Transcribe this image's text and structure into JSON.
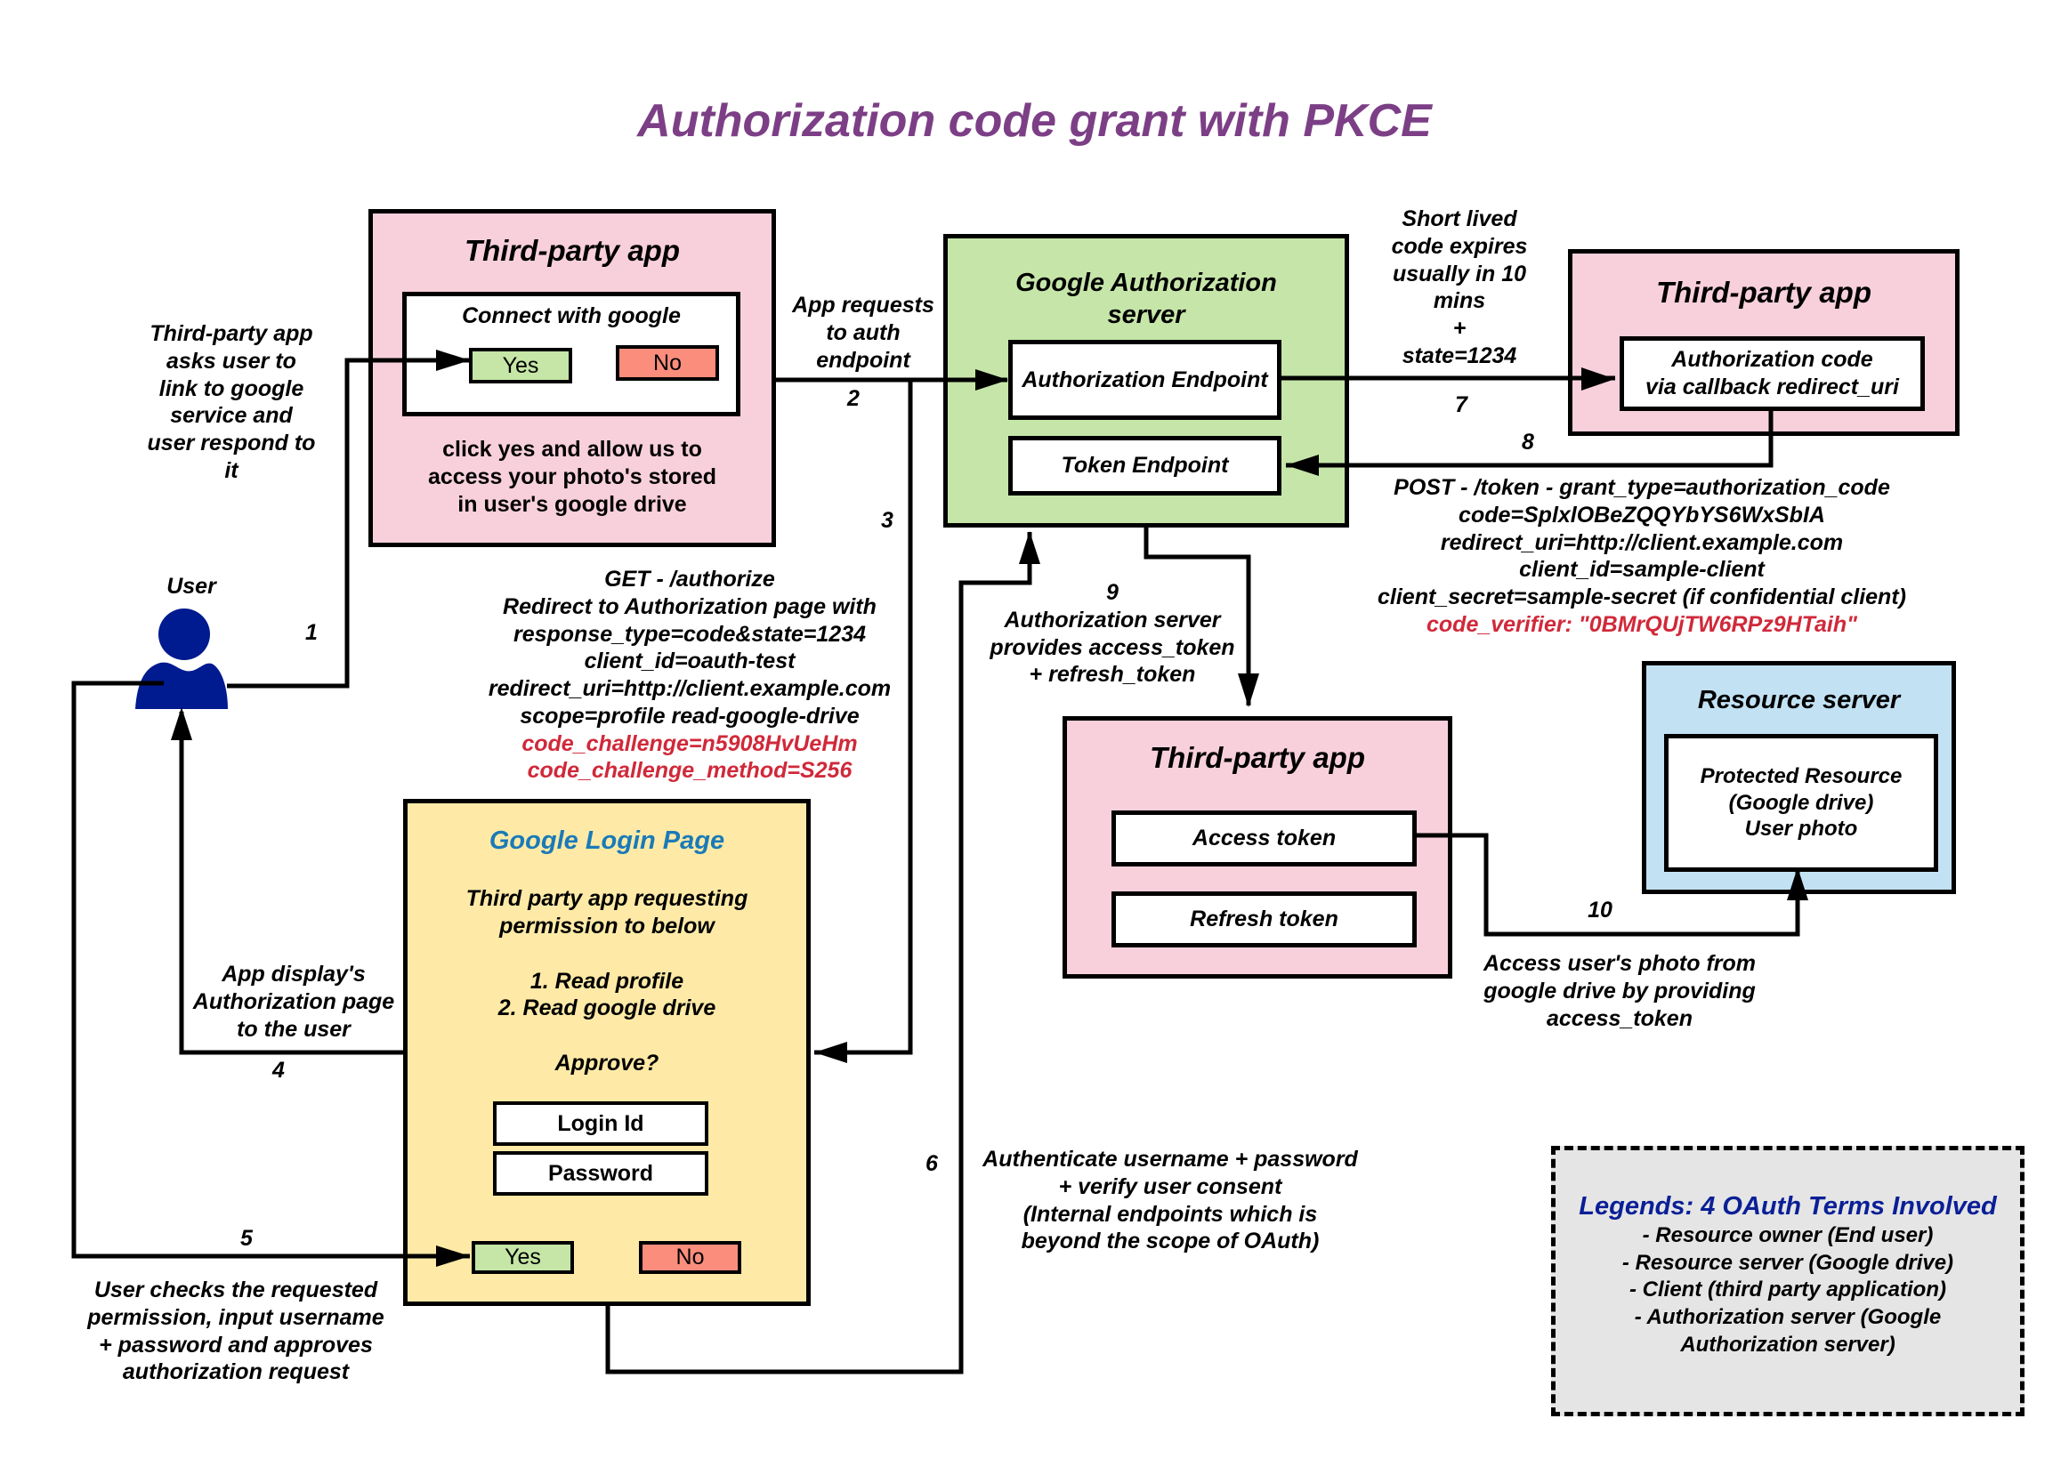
{
  "title": "Authorization code grant with PKCE",
  "colors": {
    "title": "#7c3f86",
    "third_party_app_fill": "#f8d0dc",
    "auth_server_fill": "#c6e6a9",
    "login_page_fill": "#feeaa6",
    "resource_server_fill": "#c2e2f4",
    "legend_fill": "#e5e5e5",
    "yes_button": "#c5e6a6",
    "no_button": "#fb8d7d",
    "pkce_highlight": "#d0293a",
    "user_icon": "#001a8f",
    "login_title": "#1a7ab8",
    "legend_title": "#0a1f96"
  },
  "user": {
    "label": "User",
    "icon": "user-icon"
  },
  "third_party_app_1": {
    "title": "Third-party app",
    "connect_panel": {
      "label": "Connect with google",
      "yes_label": "Yes",
      "no_label": "No"
    },
    "description": [
      "click yes and allow us to",
      "access your photo's stored",
      "in user's google drive"
    ]
  },
  "auth_server": {
    "title": [
      "Google Authorization",
      "server"
    ],
    "authorization_endpoint": "Authorization Endpoint",
    "token_endpoint": "Token Endpoint"
  },
  "third_party_app_2": {
    "title": "Third-party app",
    "auth_code_box": [
      "Authorization code",
      "via callback redirect_uri"
    ]
  },
  "third_party_app_3": {
    "title": "Third-party app",
    "access_token": "Access token",
    "refresh_token": "Refresh token"
  },
  "resource_server": {
    "title": "Resource server",
    "protected_resource": [
      "Protected Resource",
      "(Google drive)",
      "User photo"
    ]
  },
  "login_page": {
    "title": "Google Login Page",
    "request_text": [
      "Third party app requesting",
      "permission to below"
    ],
    "permissions": [
      "1. Read profile",
      "2. Read google drive"
    ],
    "approve_text": "Approve?",
    "login_id_field": "Login Id",
    "password_field": "Password",
    "yes_label": "Yes",
    "no_label": "No"
  },
  "steps": {
    "s1": {
      "number": "1",
      "text": [
        "Third-party app",
        "asks user to",
        "link to google",
        "service and",
        "user respond to",
        "it"
      ]
    },
    "s2": {
      "number": "2",
      "text": [
        "App requests",
        "to auth",
        "endpoint"
      ]
    },
    "s3": {
      "number": "3",
      "text": [
        "GET - /authorize",
        "Redirect to Authorization page with",
        "response_type=code&state=1234",
        "client_id=oauth-test",
        "redirect_uri=http://client.example.com",
        "scope=profile read-google-drive"
      ],
      "pkce_text": [
        "code_challenge=n5908HvUeHm",
        "code_challenge_method=S256"
      ]
    },
    "s4": {
      "number": "4",
      "text": [
        "App display's",
        "Authorization page",
        "to the user"
      ]
    },
    "s5": {
      "number": "5",
      "text": [
        "User checks the requested",
        "permission, input username",
        "+ password and approves",
        "authorization request"
      ]
    },
    "s6": {
      "number": "6",
      "text": [
        "Authenticate username + password",
        "+ verify user consent",
        "(Internal endpoints which is",
        "beyond the scope of OAuth)"
      ]
    },
    "s7": {
      "number": "7",
      "text": [
        "Short lived",
        "code expires",
        "usually in 10",
        "mins",
        "+",
        "state=1234"
      ]
    },
    "s8": {
      "number": "8",
      "text": [
        "POST - /token - grant_type=authorization_code",
        "code=SplxlOBeZQQYbYS6WxSbIA",
        "redirect_uri=http://client.example.com",
        "client_id=sample-client",
        "client_secret=sample-secret (if confidential client)"
      ],
      "pkce_text": "code_verifier: \"0BMrQUjTW6RPz9HTaih\""
    },
    "s9": {
      "number": "9",
      "text": [
        "Authorization server",
        "provides access_token",
        "+ refresh_token"
      ]
    },
    "s10": {
      "number": "10",
      "text": [
        "Access user's photo from",
        "google drive by providing",
        "access_token"
      ]
    }
  },
  "legend": {
    "title": "Legends: 4 OAuth Terms Involved",
    "items": [
      "- Resource owner (End user)",
      "- Resource server (Google drive)",
      "- Client (third party application)",
      "- Authorization server (Google",
      "Authorization server)"
    ]
  }
}
